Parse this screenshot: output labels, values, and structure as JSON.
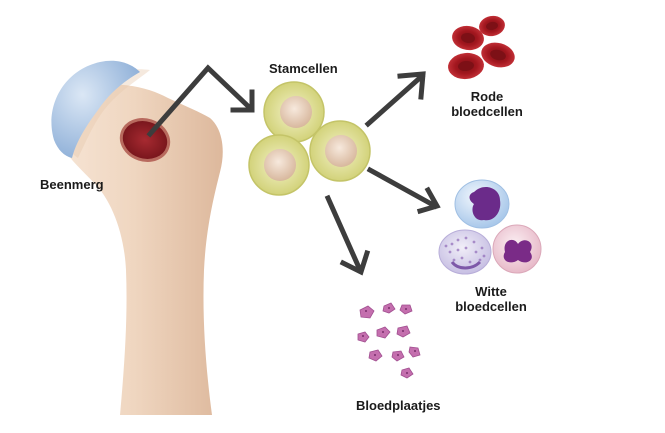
{
  "labels": {
    "marrow": "Beenmerg",
    "stem": "Stamcellen",
    "red_line1": "Rode",
    "red_line2": "bloedcellen",
    "white_line1": "Witte",
    "white_line2": "bloedcellen",
    "platelets": "Bloedplaatjes"
  },
  "colors": {
    "bone": "#efd7c3",
    "cartilage": "#a9c4e4",
    "marrow": "#8a1b22",
    "stem_cell": "#dfe09a",
    "red_cell": "#a3151d",
    "arrow": "#3d3d3d",
    "platelet": "#c06aa8"
  }
}
